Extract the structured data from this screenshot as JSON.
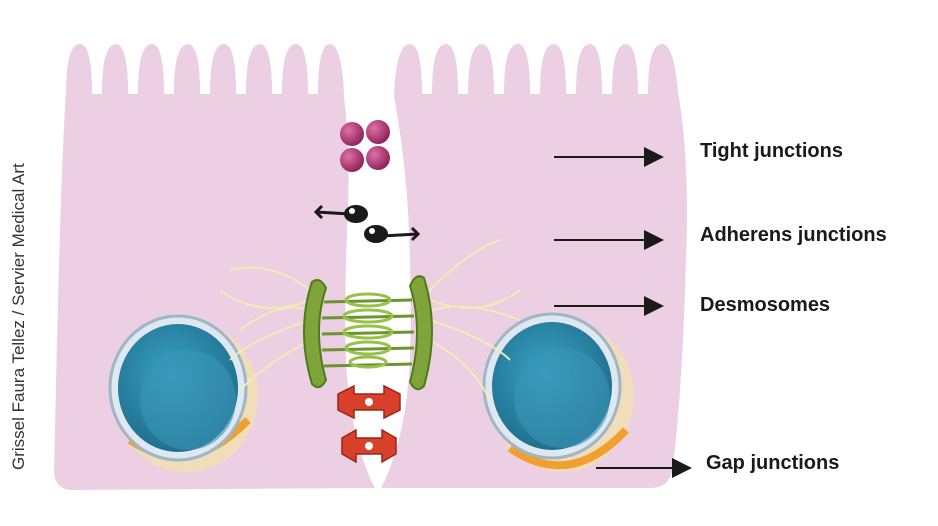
{
  "credit": "Grissel Faura Tellez / Servier Medical Art",
  "labels": {
    "tight": "Tight junctions",
    "adherens": "Adherens junctions",
    "desmosomes": "Desmosomes",
    "gap": "Gap junctions"
  },
  "colors": {
    "cell_fill": "#eccfe3",
    "cell_stroke": "#ffffff",
    "tight_junction": "#b0306d",
    "adherens": "#1a1a1a",
    "desmosome": "#7fa53a",
    "gap_junction": "#d8402c",
    "nucleus": "#2d86a8",
    "arrow": "#1a1a1a"
  }
}
